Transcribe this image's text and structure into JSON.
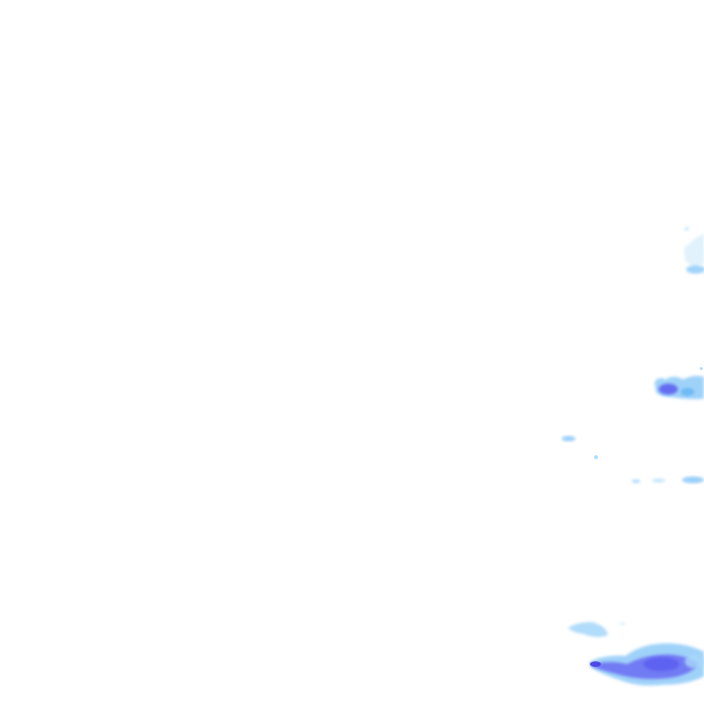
{
  "map": {
    "layer": "precipitation-radar",
    "colors": {
      "background": "#ffffff",
      "light": "#a8d8fb",
      "moderate": "#6ab8f5",
      "heavy": "#5a5cf0",
      "intense": "#4a3fe6"
    },
    "echoes": [
      {
        "id": "echo-top-right",
        "intensity": "light"
      },
      {
        "id": "echo-mid-right",
        "intensity": "heavy"
      },
      {
        "id": "echo-small-left",
        "intensity": "light"
      },
      {
        "id": "echo-dot",
        "intensity": "light"
      },
      {
        "id": "echo-streak",
        "intensity": "light"
      },
      {
        "id": "echo-bottom-wisp",
        "intensity": "light"
      },
      {
        "id": "echo-bottom-cell",
        "intensity": "intense"
      }
    ]
  }
}
